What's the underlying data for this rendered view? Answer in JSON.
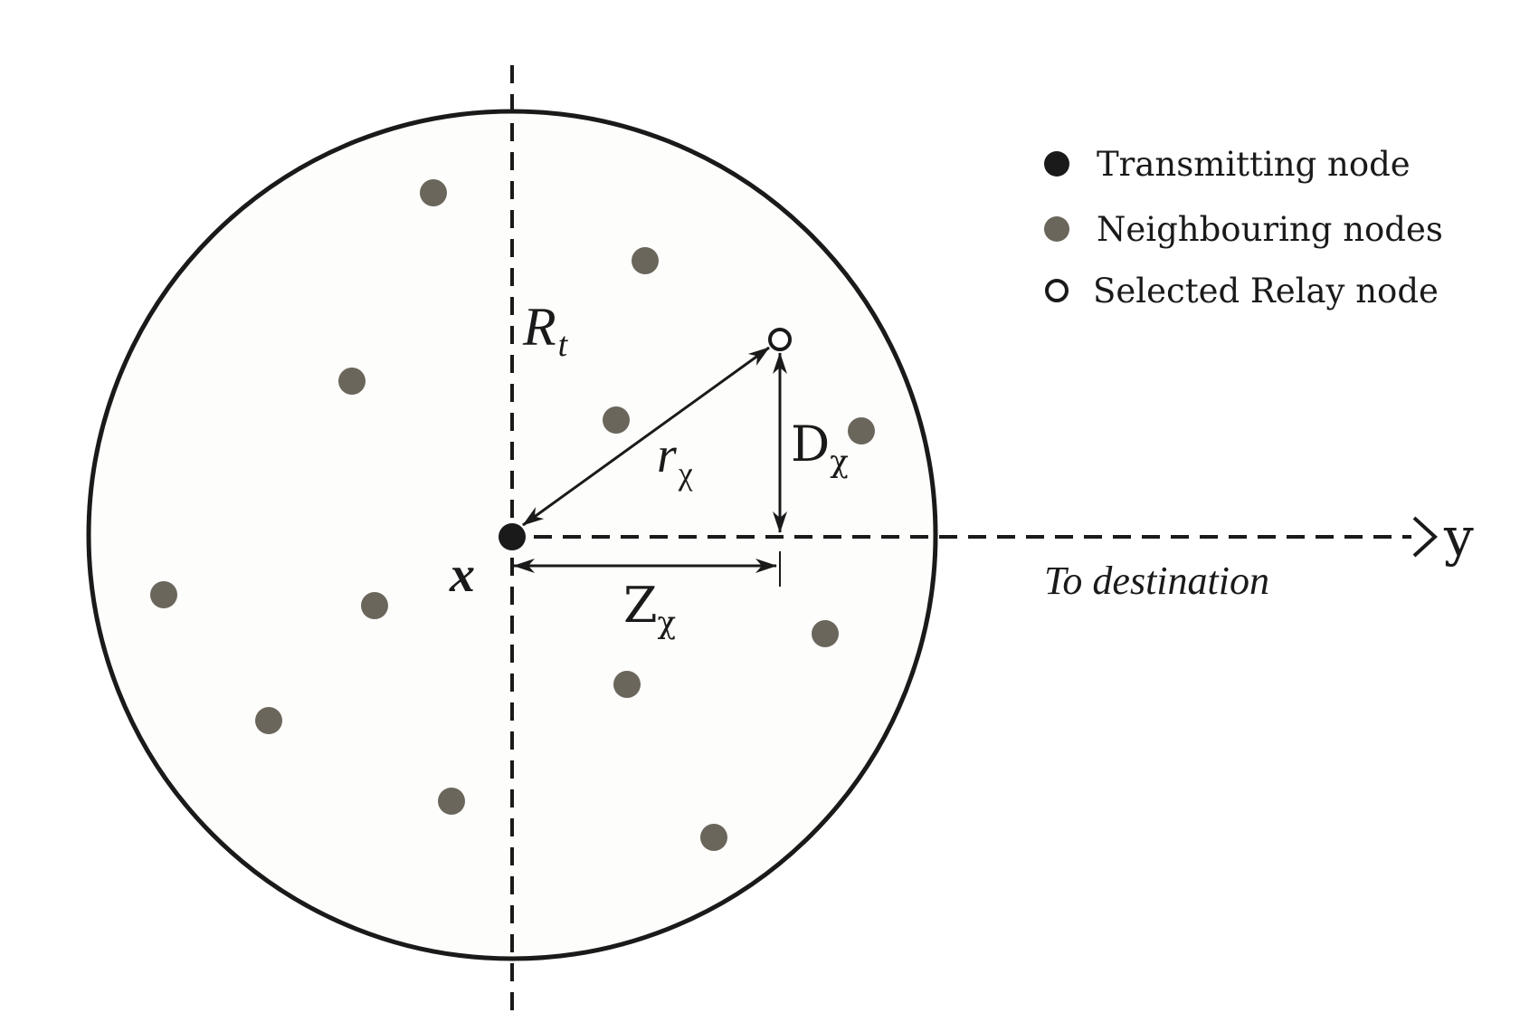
{
  "legend": {
    "items": [
      {
        "key": "transmitting",
        "label": "Transmitting node",
        "color": "#1a1a1a",
        "shape": "filled-circle"
      },
      {
        "key": "neighbouring",
        "label": "Neighbouring nodes",
        "color": "#6b665c",
        "shape": "filled-circle"
      },
      {
        "key": "relay",
        "label": "Selected Relay node",
        "color": "#1a1a1a",
        "shape": "hollow-circle"
      }
    ]
  },
  "labels": {
    "radius": {
      "main": "R",
      "sub": "t"
    },
    "r": {
      "main": "r",
      "sub": "χ"
    },
    "d": {
      "main": "D",
      "sub": "χ"
    },
    "z": {
      "main": "Z",
      "sub": "χ"
    },
    "x_axis": "x",
    "y_axis": "y",
    "direction": "To destination"
  },
  "colors": {
    "stroke": "#1a1a1a",
    "neighbour": "#6b665c",
    "circle_fill": "#fdfdfb",
    "background": "#ffffff"
  }
}
